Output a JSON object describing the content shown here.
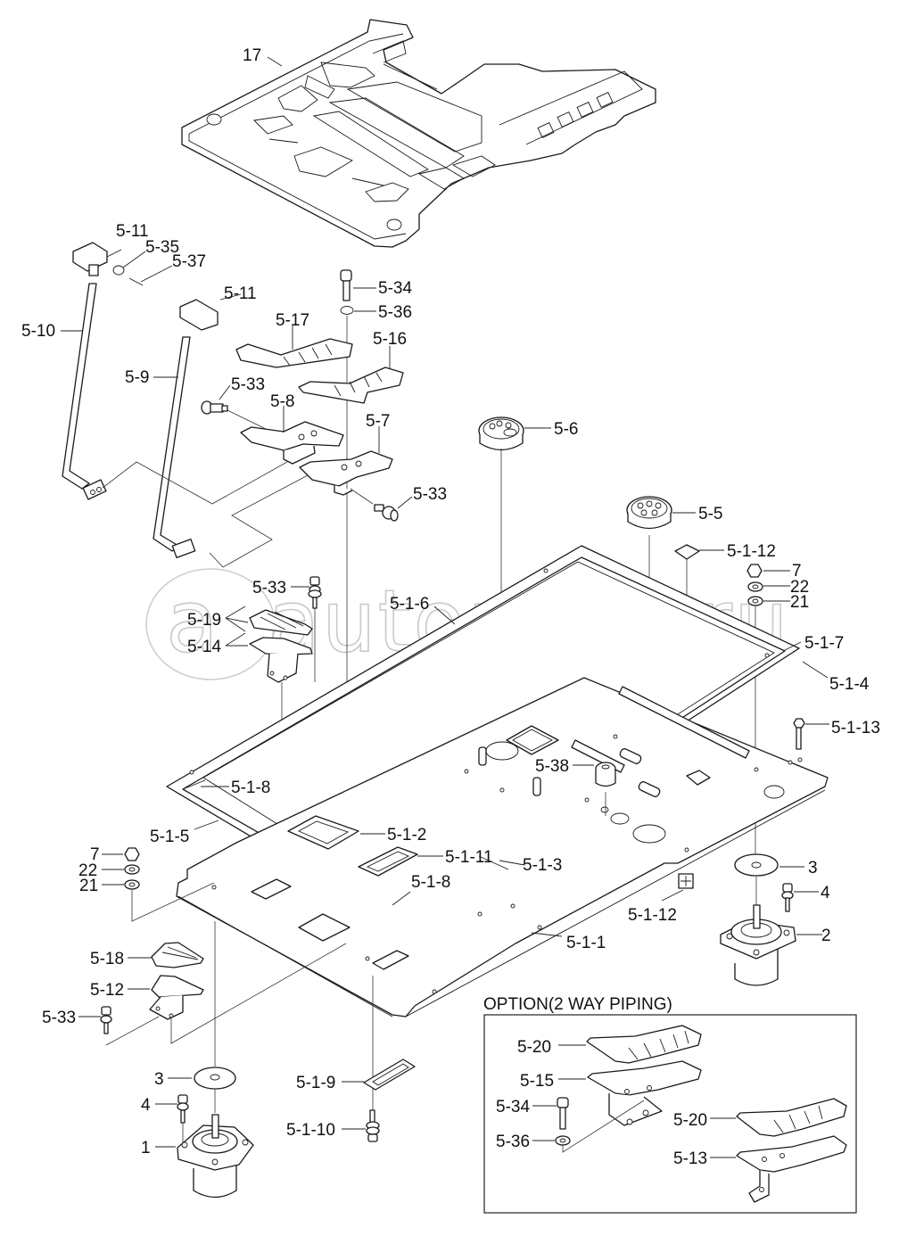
{
  "diagram": {
    "type": "exploded-parts-diagram",
    "subject": "Cab floor plate assembly with pedals, control rods and mounts",
    "watermark": "autopiter.ru",
    "option_box": {
      "title": "OPTION(2 WAY PIPING)",
      "labels": [
        "5-20",
        "5-15",
        "5-34",
        "5-36",
        "5-20",
        "5-13"
      ]
    },
    "labels": {
      "p17": "17",
      "p5_11a": "5-11",
      "p5_35": "5-35",
      "p5_37": "5-37",
      "p5_10": "5-10",
      "p5_11b": "5-11",
      "p5_9": "5-9",
      "p5_34": "5-34",
      "p5_36": "5-36",
      "p5_17": "5-17",
      "p5_16": "5-16",
      "p5_33a": "5-33",
      "p5_8": "5-8",
      "p5_7": "5-7",
      "p5_33b": "5-33",
      "p5_6": "5-6",
      "p5_5": "5-5",
      "p5_1_12a": "5-1-12",
      "p7a": "7",
      "p22a": "22",
      "p21a": "21",
      "p5_33c": "5-33",
      "p5_1_6": "5-1-6",
      "p5_19": "5-19",
      "p5_14": "5-14",
      "p5_1_7": "5-1-7",
      "p5_1_4": "5-1-4",
      "p5_1_13": "5-1-13",
      "p5_38": "5-38",
      "p5_1_8a": "5-1-8",
      "p5_1_5": "5-1-5",
      "p5_1_2": "5-1-2",
      "p5_1_11": "5-1-11",
      "p5_1_3": "5-1-3",
      "p7b": "7",
      "p22b": "22",
      "p21b": "21",
      "p5_1_8b": "5-1-8",
      "p3a": "3",
      "p4a": "4",
      "p5_1_12b": "5-1-12",
      "p2": "2",
      "p5_1_1": "5-1-1",
      "p5_18": "5-18",
      "p5_12": "5-12",
      "p5_33d": "5-33",
      "p3b": "3",
      "p4b": "4",
      "p1": "1",
      "p5_1_9": "5-1-9",
      "p5_1_10": "5-1-10"
    }
  }
}
